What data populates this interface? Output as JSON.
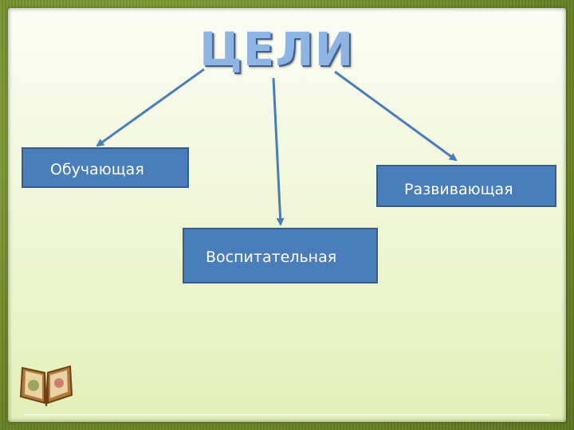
{
  "title": "ЦЕЛИ",
  "boxes": {
    "left": "Обучающая",
    "right": "Развивающая",
    "center": "Воспитательная"
  },
  "colors": {
    "box_fill": "#4a7ebb",
    "box_border": "#385d8a",
    "arrow": "#4a7ebb",
    "title": "#8db4e2",
    "background": "#eef5d4"
  },
  "icons": {
    "corner_decoration": "open-book-icon"
  }
}
